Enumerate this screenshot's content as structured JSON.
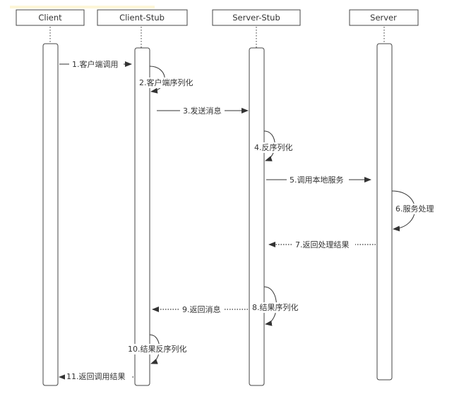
{
  "participants": [
    {
      "id": "client",
      "label": "Client"
    },
    {
      "id": "client_stub",
      "label": "Client-Stub"
    },
    {
      "id": "server_stub",
      "label": "Server-Stub"
    },
    {
      "id": "server",
      "label": "Server"
    }
  ],
  "messages": [
    {
      "id": "m1",
      "label": "1.客户端调用",
      "from": "client",
      "to": "client_stub",
      "style": "solid"
    },
    {
      "id": "m2",
      "label": "2.客户端序列化",
      "from": "client_stub",
      "to": "client_stub",
      "style": "self"
    },
    {
      "id": "m3",
      "label": "3.发送消息",
      "from": "client_stub",
      "to": "server_stub",
      "style": "solid"
    },
    {
      "id": "m4",
      "label": "4.反序列化",
      "from": "server_stub",
      "to": "server_stub",
      "style": "self"
    },
    {
      "id": "m5",
      "label": "5.调用本地服务",
      "from": "server_stub",
      "to": "server",
      "style": "solid"
    },
    {
      "id": "m6",
      "label": "6.服务处理",
      "from": "server",
      "to": "server",
      "style": "self"
    },
    {
      "id": "m7",
      "label": "7.返回处理结果",
      "from": "server",
      "to": "server_stub",
      "style": "dotted"
    },
    {
      "id": "m8",
      "label": "8.结果序列化",
      "from": "server_stub",
      "to": "server_stub",
      "style": "self"
    },
    {
      "id": "m9",
      "label": "9.返回消息",
      "from": "server_stub",
      "to": "client_stub",
      "style": "dotted"
    },
    {
      "id": "m10",
      "label": "10.结果反序列化",
      "from": "client_stub",
      "to": "client_stub",
      "style": "self"
    },
    {
      "id": "m11",
      "label": "11.返回调用结果",
      "from": "client_stub",
      "to": "client",
      "style": "dotted"
    }
  ]
}
